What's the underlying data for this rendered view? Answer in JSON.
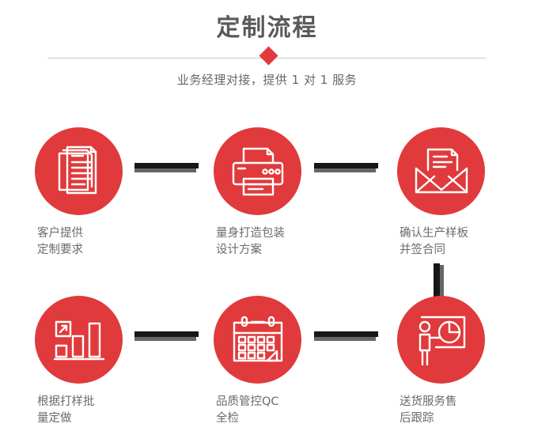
{
  "header": {
    "title": "定制流程",
    "subtitle": "业务经理对接，提供 1 对 1 服务",
    "accent_color": "#e03a3c",
    "title_color": "#5a5a5a",
    "divider_color": "#c9c9c9",
    "diamond_icon": "diamond-icon"
  },
  "steps": [
    {
      "index": "1",
      "icon": "documents-stack-icon",
      "label": "客户提供\n定制要求"
    },
    {
      "index": "2",
      "icon": "printer-icon",
      "label": "量身打造包装\n设计方案"
    },
    {
      "index": "3",
      "icon": "envelope-document-icon",
      "label": "确认生产样板\n并签合同"
    },
    {
      "index": "4",
      "icon": "bar-chart-growth-icon",
      "label": "根据打样批\n量定做"
    },
    {
      "index": "5",
      "icon": "calendar-check-icon",
      "label": "品质管控QC\n全检"
    },
    {
      "index": "6",
      "icon": "presentation-person-icon",
      "label": "送货服务售\n后跟踪"
    }
  ],
  "connectors": {
    "bar_color": "#161616",
    "shadow_color": "#666666",
    "horizontal_count": "4",
    "vertical_count": "1"
  },
  "colors": {
    "circle_red": "#e03a3c",
    "label_gray": "#6b6b6b",
    "background": "#ffffff"
  }
}
